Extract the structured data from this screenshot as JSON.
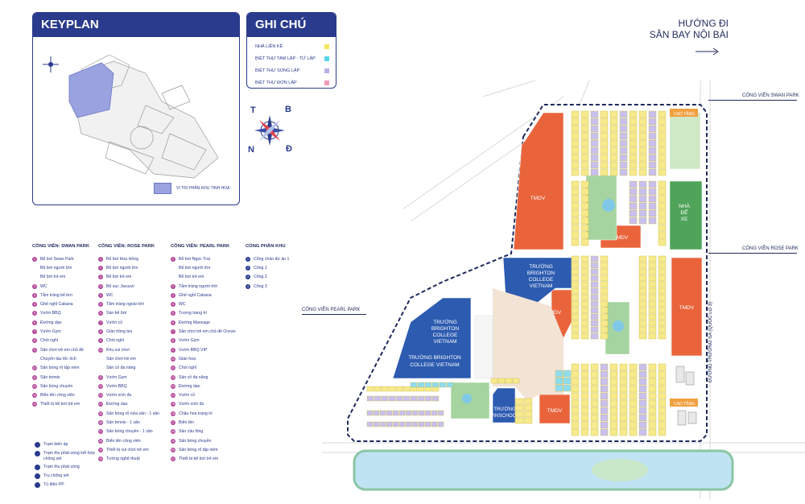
{
  "keyplan": {
    "title": "KEYPLAN",
    "legend_label": "VỊ TRÍ PHÂN KHU TINH HOA"
  },
  "notes": {
    "title": "GHI CHÚ",
    "items": [
      {
        "label": "NHÀ LIỀN KỀ",
        "color": "#f5e55a"
      },
      {
        "label": "BIỆT THỰ TAM LẬP - TỨ LẬP",
        "color": "#58d3ea"
      },
      {
        "label": "BIỆT THỰ SONG LẬP",
        "color": "#b8aee8"
      },
      {
        "label": "BIỆT THỰ ĐƠN LẬP",
        "color": "#f29ab5"
      }
    ]
  },
  "compass": {
    "letters": [
      "T",
      "B",
      "N",
      "Đ"
    ]
  },
  "direction": {
    "line1": "HƯỚNG ĐI",
    "line2": "SÂN BAY NỘI BÀI"
  },
  "parks": {
    "swan": "CÔNG VIÊN SWAN PARK",
    "rose": "CÔNG VIÊN ROSE PARK",
    "pearl": "CÔNG VIÊN PEARL PARK"
  },
  "map_labels": {
    "tmdv": "TMDV",
    "cao_tang": "CAO TẦNG",
    "nha_de_xe_1": "NHÀ",
    "nha_de_xe_2": "ĐỂ",
    "nha_de_xe_3": "XE",
    "brighton_1": "TRƯỜNG",
    "brighton_2": "BRIGHTON",
    "brighton_3": "COLLEGE",
    "brighton_4": "VIETNAM",
    "brighton_long_1": "TRƯỜNG BRIGHTON",
    "brighton_long_2": "COLLEGE VIETNAM",
    "vinschool_1": "TRƯỜNG",
    "vinschool_2": "VINSCHOOL",
    "road": "ĐƯỜNG TRƯỜNG SA (QUỐC LỘ 3)"
  },
  "amenities": [
    {
      "title": "CÔNG VIÊN: SWAN PARK",
      "items": [
        {
          "n": "1",
          "label": "Bể bơi Swan Park",
          "sub": false
        },
        {
          "n": "",
          "label": "Bể bơi người lớn",
          "sub": true
        },
        {
          "n": "",
          "label": "Bể bơi trẻ em",
          "sub": true
        },
        {
          "n": "2",
          "label": "WC",
          "sub": false
        },
        {
          "n": "3",
          "label": "Tắm tráng bể bơi",
          "sub": false
        },
        {
          "n": "4",
          "label": "Ghế nghỉ Cabana",
          "sub": false
        },
        {
          "n": "5",
          "label": "Vườn BBQ",
          "sub": false
        },
        {
          "n": "6",
          "label": "Đường dạo",
          "sub": false
        },
        {
          "n": "7",
          "label": "Vườn Gym",
          "sub": false
        },
        {
          "n": "8",
          "label": "Chòi nghỉ",
          "sub": false
        },
        {
          "n": "9",
          "label": "Sân chơi trẻ em chủ đề",
          "sub": false
        },
        {
          "n": "",
          "label": "Chuyến tàu tốc tích",
          "sub": true
        },
        {
          "n": "10",
          "label": "Sân bóng rổ tập ném",
          "sub": false
        },
        {
          "n": "11",
          "label": "Sân tennis",
          "sub": false
        },
        {
          "n": "12",
          "label": "Sân bóng chuyền",
          "sub": false
        },
        {
          "n": "13",
          "label": "Biển tên công viên",
          "sub": false
        },
        {
          "n": "14",
          "label": "Thiết bị bể bơi trẻ em",
          "sub": false
        }
      ]
    },
    {
      "title": "CÔNG VIÊN: ROSE PARK",
      "items": [
        {
          "n": "1",
          "label": "Bể bơi Hoa Hồng",
          "sub": false
        },
        {
          "n": "1",
          "label": "Bể bơi người lớn",
          "sub": false
        },
        {
          "n": "2",
          "label": "Bể bơi trẻ em",
          "sub": false
        },
        {
          "n": "3",
          "label": "Bể sục Jacuzzi",
          "sub": false
        },
        {
          "n": "4",
          "label": "WC",
          "sub": false
        },
        {
          "n": "5",
          "label": "Tắm tráng ngoài trời",
          "sub": false
        },
        {
          "n": "6",
          "label": "Sàn bể bơi",
          "sub": false
        },
        {
          "n": "7",
          "label": "Vườn cỏ",
          "sub": false
        },
        {
          "n": "8",
          "label": "Giàn hồng leo",
          "sub": false
        },
        {
          "n": "9",
          "label": "Chòi nghỉ",
          "sub": false
        },
        {
          "n": "10",
          "label": "Khu vui chơi",
          "sub": false
        },
        {
          "n": "",
          "label": "Sân chơi trẻ em",
          "sub": true
        },
        {
          "n": "",
          "label": "Sân cỏ đa năng",
          "sub": true
        },
        {
          "n": "11",
          "label": "Vườn Gym",
          "sub": false
        },
        {
          "n": "12",
          "label": "Vườn BBQ",
          "sub": false
        },
        {
          "n": "13",
          "label": "Vườn xích đu",
          "sub": false
        },
        {
          "n": "14",
          "label": "Đường dạo",
          "sub": false
        },
        {
          "n": "15",
          "label": "Sân bóng rổ nửa sân - 1 sân",
          "sub": false
        },
        {
          "n": "16",
          "label": "Sân tennis - 1 sân",
          "sub": false
        },
        {
          "n": "17",
          "label": "Sân bóng chuyền - 1 sân",
          "sub": false
        },
        {
          "n": "18",
          "label": "Biển tên công viên",
          "sub": false
        },
        {
          "n": "19",
          "label": "Thiết bị vui chơi trẻ em",
          "sub": false
        },
        {
          "n": "20",
          "label": "Tường nghệ thuật",
          "sub": false
        }
      ]
    },
    {
      "title": "CÔNG VIÊN: PEARL PARK",
      "items": [
        {
          "n": "1",
          "label": "Bể bơi Ngọc Trai",
          "sub": false
        },
        {
          "n": "",
          "label": "Bể bơi người lớn",
          "sub": true
        },
        {
          "n": "",
          "label": "Bể bơi trẻ em",
          "sub": true
        },
        {
          "n": "2",
          "label": "Tắm tráng người trời",
          "sub": false
        },
        {
          "n": "3",
          "label": "Ghế nghỉ Cabana",
          "sub": false
        },
        {
          "n": "4",
          "label": "WC",
          "sub": false
        },
        {
          "n": "5",
          "label": "Tượng trang trí",
          "sub": false
        },
        {
          "n": "6",
          "label": "Đường Massage",
          "sub": false
        },
        {
          "n": "7",
          "label": "Sân chơi trẻ em chủ đề Ocean",
          "sub": false
        },
        {
          "n": "8",
          "label": "Vườn Gym",
          "sub": false
        },
        {
          "n": "9",
          "label": "Vườn BBQ VIP",
          "sub": false
        },
        {
          "n": "10",
          "label": "Giàn hoa",
          "sub": false
        },
        {
          "n": "11",
          "label": "Chòi nghỉ",
          "sub": false
        },
        {
          "n": "12",
          "label": "Sân cỏ đa năng",
          "sub": false
        },
        {
          "n": "13",
          "label": "Đường dạo",
          "sub": false
        },
        {
          "n": "14",
          "label": "Vườn cỏ",
          "sub": false
        },
        {
          "n": "15",
          "label": "Vườn xích đu",
          "sub": false
        },
        {
          "n": "16",
          "label": "Chậu hoa trang trí",
          "sub": false
        },
        {
          "n": "17",
          "label": "Biển tên",
          "sub": false
        },
        {
          "n": "18",
          "label": "Sân cầu lông",
          "sub": false
        },
        {
          "n": "19",
          "label": "Sân bóng chuyền",
          "sub": false
        },
        {
          "n": "20",
          "label": "Sân bóng rổ tập ném",
          "sub": false
        },
        {
          "n": "21",
          "label": "Thiết bị bể bơi trẻ em",
          "sub": false
        }
      ]
    },
    {
      "title": "CỔNG PHÂN KHU",
      "items": [
        {
          "n": "1",
          "label": "Cổng chào dự án 1",
          "sub": false
        },
        {
          "n": "2",
          "label": "Cổng 1",
          "sub": false
        },
        {
          "n": "3",
          "label": "Cổng 2",
          "sub": false
        },
        {
          "n": "4",
          "label": "Cổng 3",
          "sub": false
        }
      ]
    }
  ],
  "infra_legend": [
    {
      "label": "Trạm biến áp"
    },
    {
      "label": "Trạm thu phát sóng kết hợp chống sét"
    },
    {
      "label": "Trạm thu phát sóng"
    },
    {
      "label": "Trụ chống sét"
    },
    {
      "label": "Tủ điện PP"
    }
  ]
}
